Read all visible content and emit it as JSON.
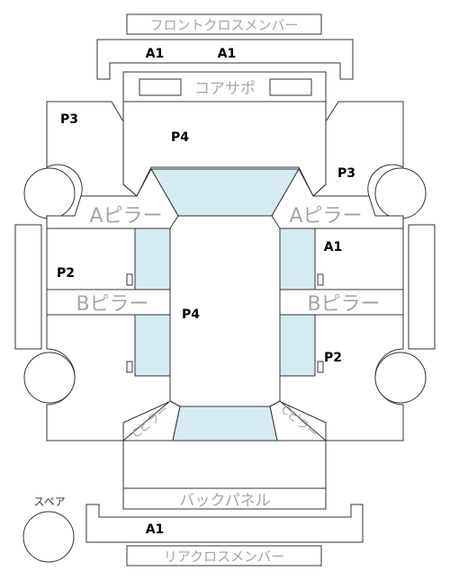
{
  "labels": {
    "front_cross_member": "フロントクロスメンバー",
    "core_support": "コアサポ",
    "a_pillar": "Aピラー",
    "b_pillar": "Bピラー",
    "c_pillar": "Cピラー",
    "back_panel": "バックパネル",
    "rear_cross_member": "リアクロスメンバー",
    "spare": "スペア"
  },
  "grades": {
    "front_left": "A1",
    "front_right": "A1",
    "left_front_panel": "P3",
    "top_center": "P4",
    "right_front_panel": "P3",
    "right_middle": "A1",
    "left_middle": "P2",
    "center": "P4",
    "right_rear": "P2",
    "rear": "A1"
  },
  "colors": {
    "line": "#333333",
    "glass": "#d6eaf1",
    "gray_label": "#a6a6a6"
  }
}
